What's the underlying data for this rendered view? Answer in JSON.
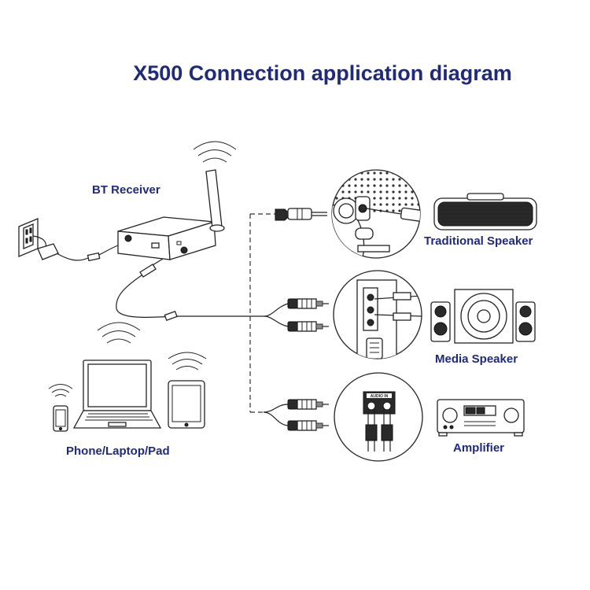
{
  "title": "X500 Connection application diagram",
  "colors": {
    "title": "#1f2a7a",
    "label": "#1f2a7a",
    "line": "#222222"
  },
  "labels": {
    "bt_receiver": "BT Receiver",
    "phone_laptop_pad": "Phone/Laptop/Pad",
    "traditional_speaker": "Traditional Speaker",
    "media_speaker": "Media Speaker",
    "amplifier": "Amplifier",
    "amplifier_panel": "AUDIO IN"
  },
  "icons": [
    "wifi-waves-icon",
    "wall-socket-icon",
    "power-adapter-icon",
    "antenna-icon",
    "laptop-icon",
    "phone-icon",
    "tablet-icon",
    "aux-plug-icon",
    "rca-plug-icon",
    "boombox-icon",
    "subwoofer-icon",
    "amplifier-icon"
  ]
}
